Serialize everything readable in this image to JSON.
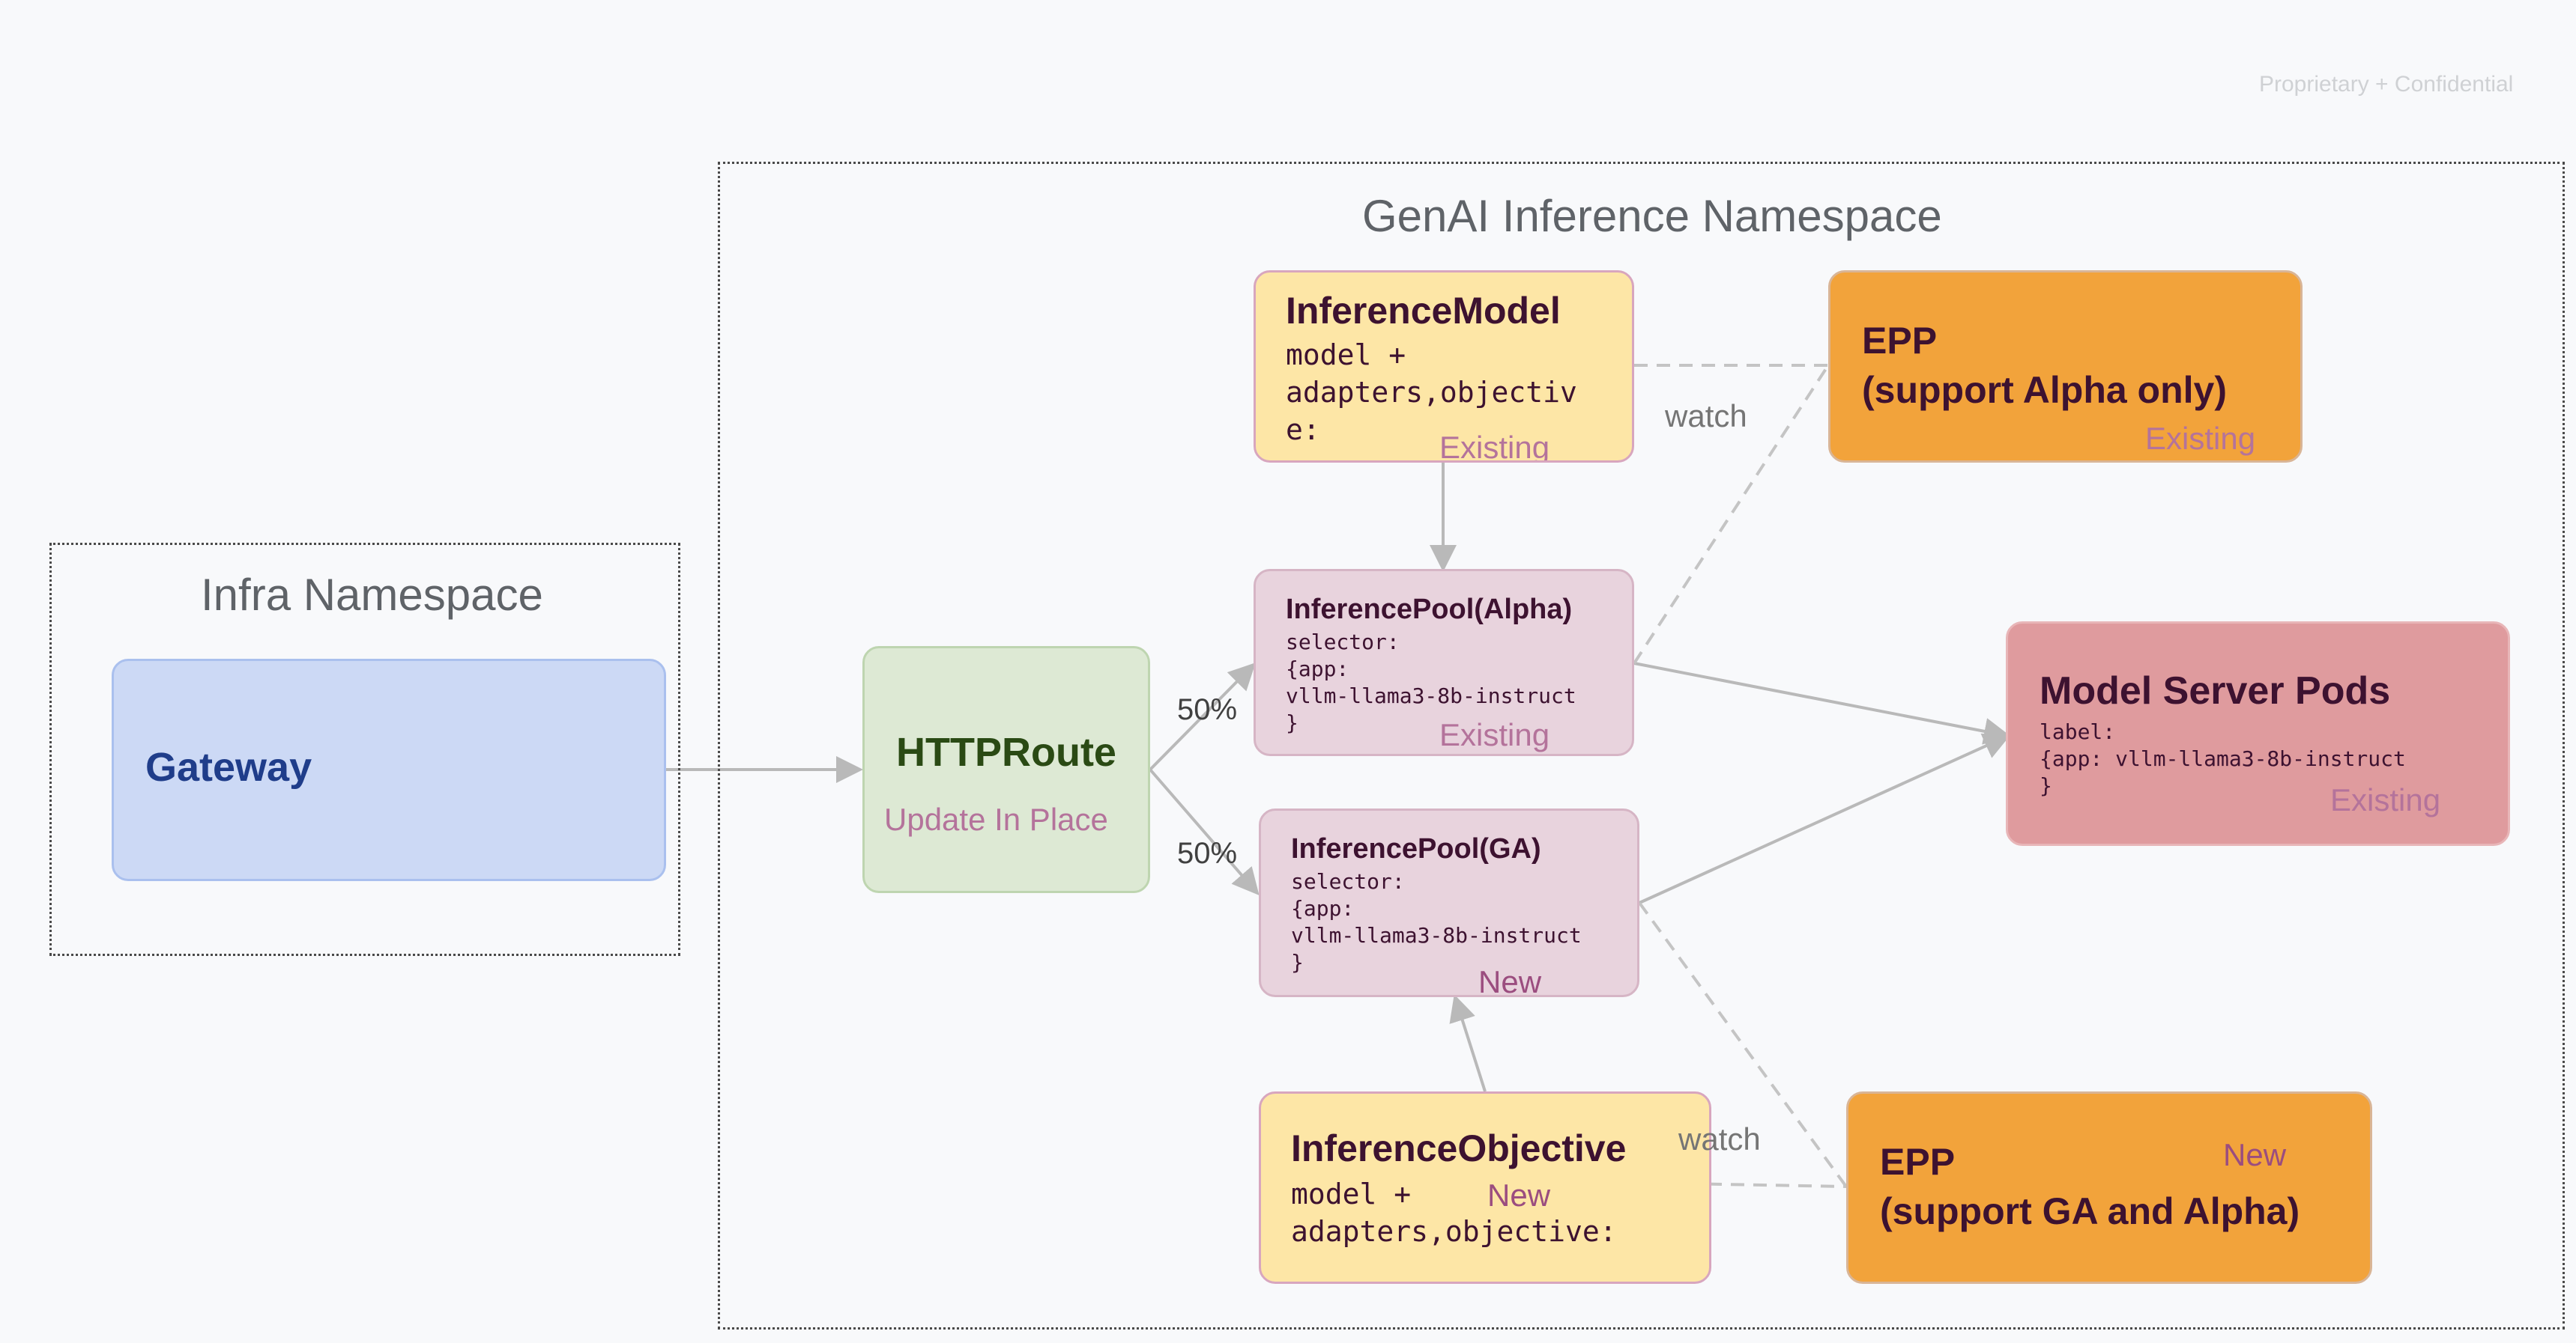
{
  "header": {
    "confidential": "Proprietary + Confidential"
  },
  "colors": {
    "background": "#f8f9fb",
    "gateway_fill": "#ccd9f5",
    "gateway_text": "#1f3d8a",
    "httproute_fill": "#dde9d4",
    "httproute_text": "#2a4a14",
    "pool_fill": "#e8d3dd",
    "model_fill": "#fde6a6",
    "epp_fill": "#f2a33b",
    "pods_fill": "#df9b9e",
    "status_text": "#b4739b",
    "connector": "#b9b9b9"
  },
  "infra_namespace": {
    "title": "Infra Namespace",
    "gateway": {
      "label": "Gateway"
    }
  },
  "genai_namespace": {
    "title": "GenAI Inference Namespace",
    "httproute": {
      "title": "HTTPRoute",
      "status": "Update In Place"
    },
    "split_alpha": "50%",
    "split_ga": "50%",
    "inference_model": {
      "title": "InferenceModel",
      "body_line1": "model +",
      "body_line2": "adapters,objectiv",
      "body_line3": "e:",
      "status": "Existing"
    },
    "pool_alpha": {
      "title": "InferencePool(Alpha)",
      "line1": "selector:",
      "line2": "{app:",
      "line3": "vllm-llama3-8b-instruct",
      "line4": "}",
      "status": "Existing"
    },
    "pool_ga": {
      "title": "InferencePool(GA)",
      "line1": "selector:",
      "line2": "{app:",
      "line3": "vllm-llama3-8b-instruct",
      "line4": "}",
      "status": "New"
    },
    "inference_objective": {
      "title": "InferenceObjective",
      "body_line1": "model +",
      "body_line2": "adapters,objective:",
      "status": "New"
    },
    "epp_alpha": {
      "line1": "EPP",
      "line2": "(support Alpha only)",
      "status": "Existing",
      "watch_label": "watch"
    },
    "epp_ga": {
      "line1": "EPP",
      "line2": "(support GA and Alpha)",
      "status": "New",
      "watch_label": "watch"
    },
    "model_server_pods": {
      "title": "Model Server Pods",
      "line1": "label:",
      "line2": "{app: vllm-llama3-8b-instruct",
      "line3": "}",
      "status": "Existing"
    }
  }
}
